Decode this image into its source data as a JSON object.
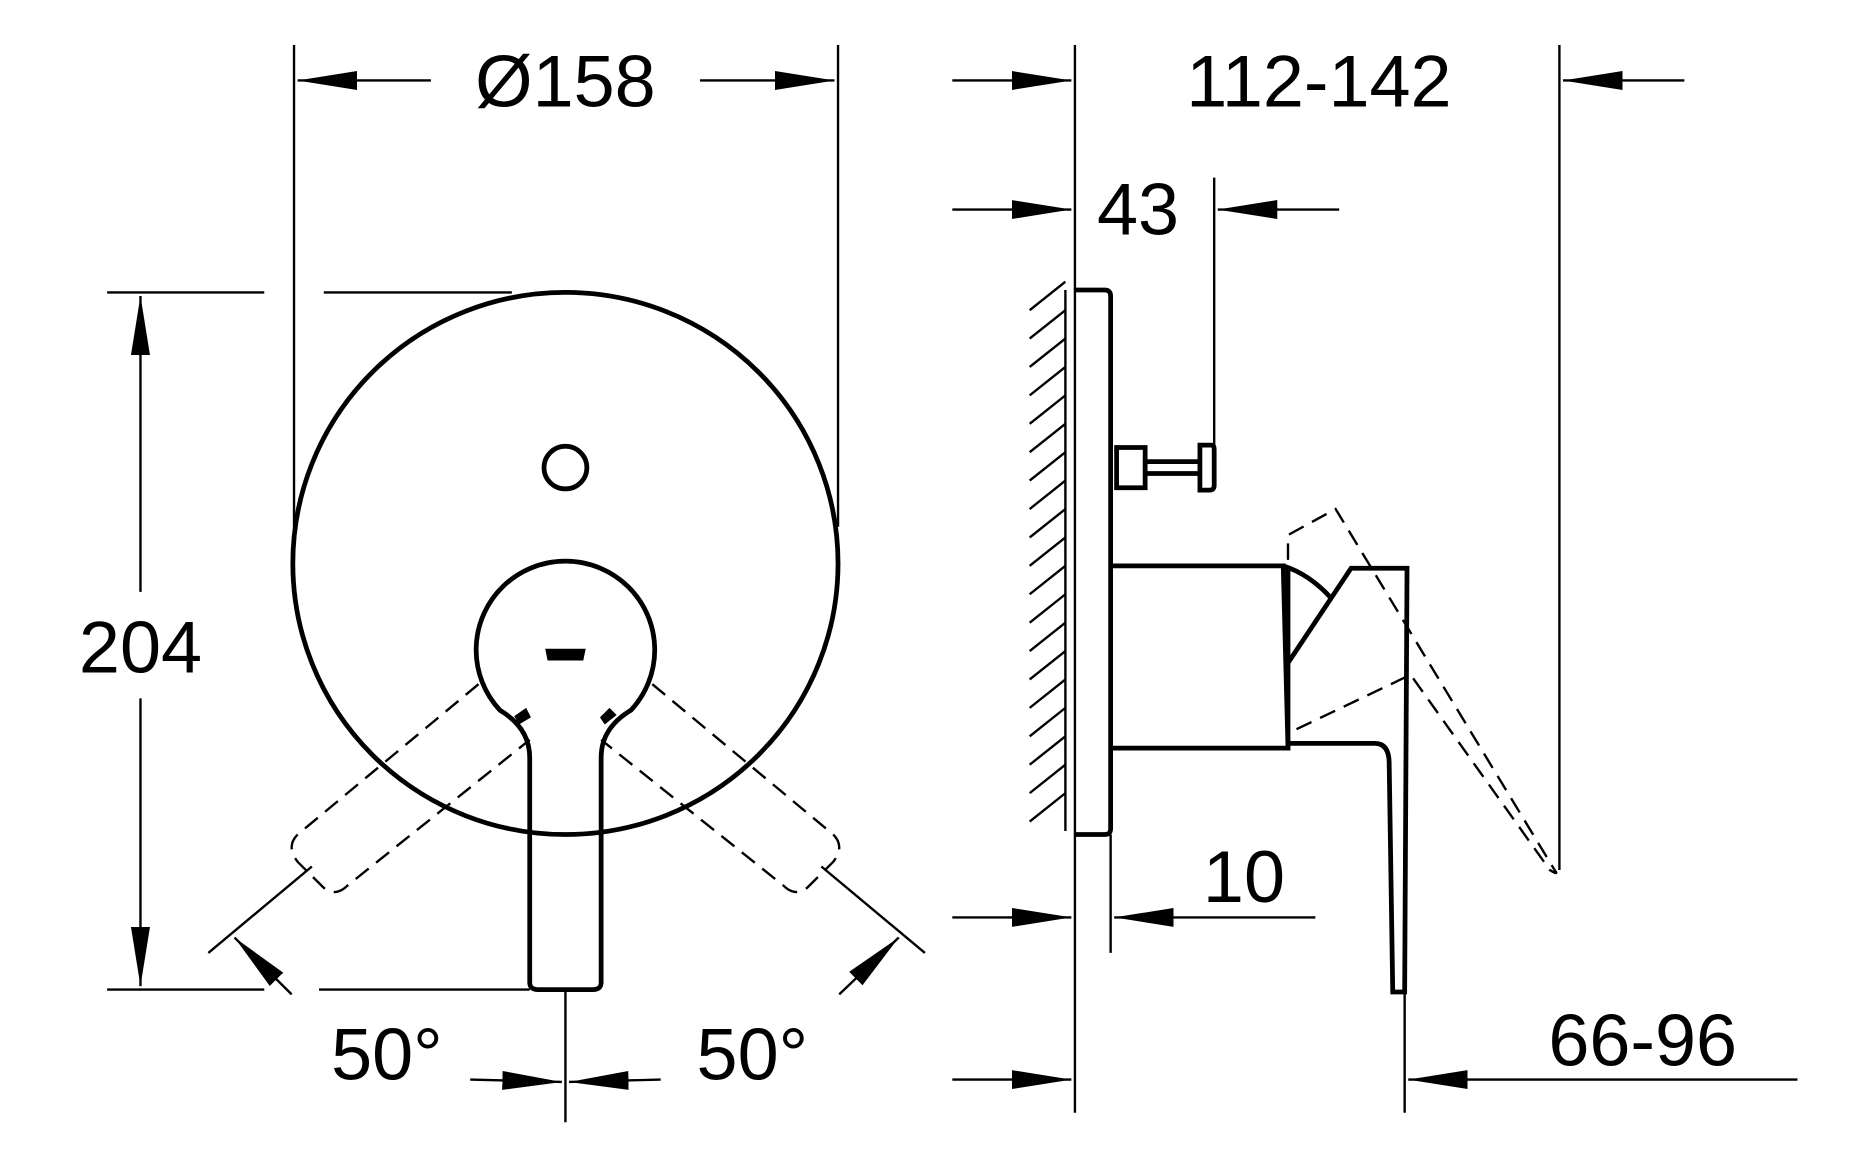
{
  "dimensions": {
    "diameter": "Ø158",
    "height": "204",
    "angle_left": "50°",
    "angle_right": "50°",
    "projection_total": "112-142",
    "pin_depth": "43",
    "plate_thickness": "10",
    "lever_projection": "66-96"
  },
  "colors": {
    "line": "#000000",
    "background": "#ffffff"
  }
}
